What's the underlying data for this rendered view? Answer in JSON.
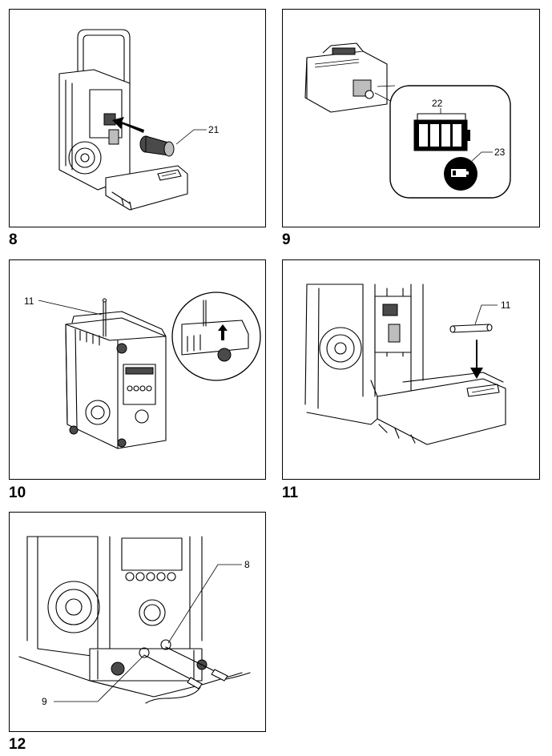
{
  "figures": [
    {
      "id": "fig8",
      "number": "8",
      "callouts": [
        "21"
      ]
    },
    {
      "id": "fig9",
      "number": "9",
      "callouts": [
        "22",
        "23"
      ]
    },
    {
      "id": "fig10",
      "number": "10",
      "callouts": [
        "11"
      ]
    },
    {
      "id": "fig11",
      "number": "11",
      "callouts": [
        "11"
      ]
    },
    {
      "id": "fig12",
      "number": "12",
      "callouts": [
        "8",
        "9"
      ]
    }
  ]
}
